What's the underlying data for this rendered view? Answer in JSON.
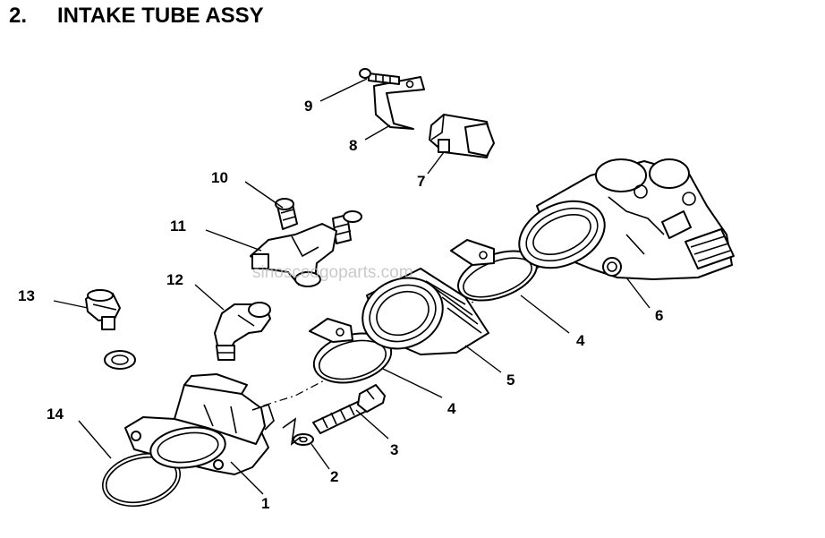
{
  "header": {
    "number": "2.",
    "title": "INTAKE TUBE ASSY"
  },
  "watermark": "sinoscoogoparts.com",
  "callouts": {
    "c1": "1",
    "c2": "2",
    "c3": "3",
    "c4a": "4",
    "c4b": "4",
    "c5": "5",
    "c6": "6",
    "c7": "7",
    "c8": "8",
    "c9": "9",
    "c10": "10",
    "c11": "11",
    "c12": "12",
    "c13": "13",
    "c14": "14"
  }
}
